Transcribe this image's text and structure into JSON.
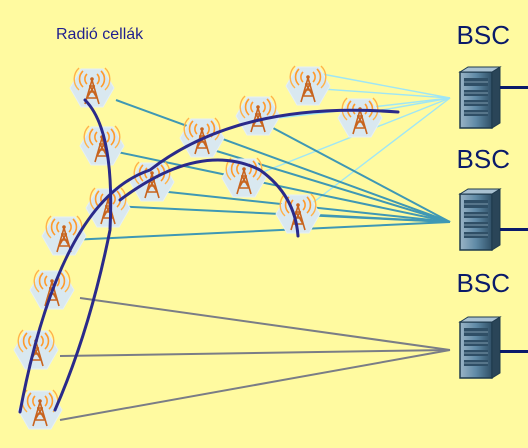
{
  "title": "Radió cellák",
  "bsc_labels": [
    "BSC",
    "BSC",
    "BSC"
  ],
  "colors": {
    "background": "#fffaa0",
    "cell": "#d6e6ef",
    "tower": "#c8641e",
    "wave": "#ff9a2a",
    "link_light": "#9fe6f5",
    "link_mid": "#3f98b4",
    "link_gray": "#7a7d86",
    "path": "#2a2a8a",
    "bsc_label": "#0a1a6a",
    "server": "#3f6e8a"
  },
  "icons": [
    "radio-tower-icon",
    "bsc-server-icon"
  ]
}
